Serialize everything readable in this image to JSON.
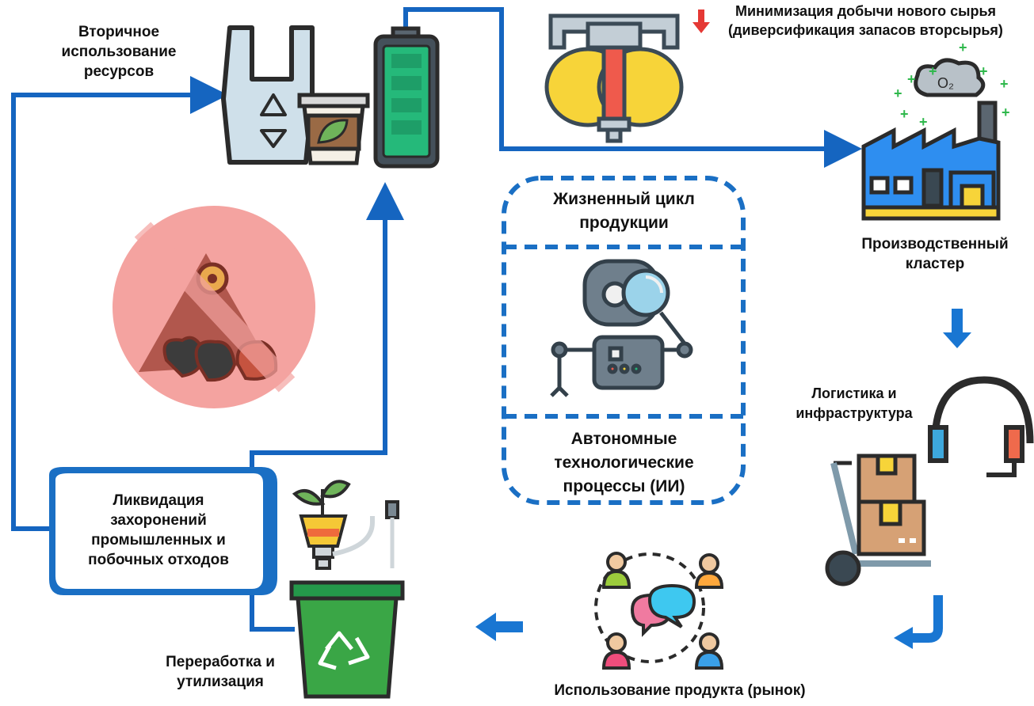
{
  "labels": {
    "secondary_use": [
      "Вторичное",
      "использование",
      "ресурсов"
    ],
    "minimization": [
      "Минимизация добычи нового сырья",
      "(диверсификация запасов вторсырья)"
    ],
    "production_cluster": [
      "Производственный",
      "кластер"
    ],
    "logistics": [
      "Логистика и",
      "инфраструктура"
    ],
    "market": "Использование продукта (рынок)",
    "recycling": [
      "Переработка и",
      "утилизация"
    ],
    "landfill_elimination": [
      "Ликвидация",
      "захоронений",
      "промышленных и",
      "побочных отходов"
    ],
    "center_top": [
      "Жизненный цикл",
      "продукции"
    ],
    "center_bottom": [
      "Автономные",
      "технологические",
      "процессы (ИИ)"
    ],
    "o2": "O₂"
  },
  "colors": {
    "flow_arrow": "#1565c0",
    "down_arrow_red": "#e53935",
    "ban_circle": "#f4a3a0",
    "factory_blue": "#2196f3",
    "bin_green": "#3aa646"
  }
}
